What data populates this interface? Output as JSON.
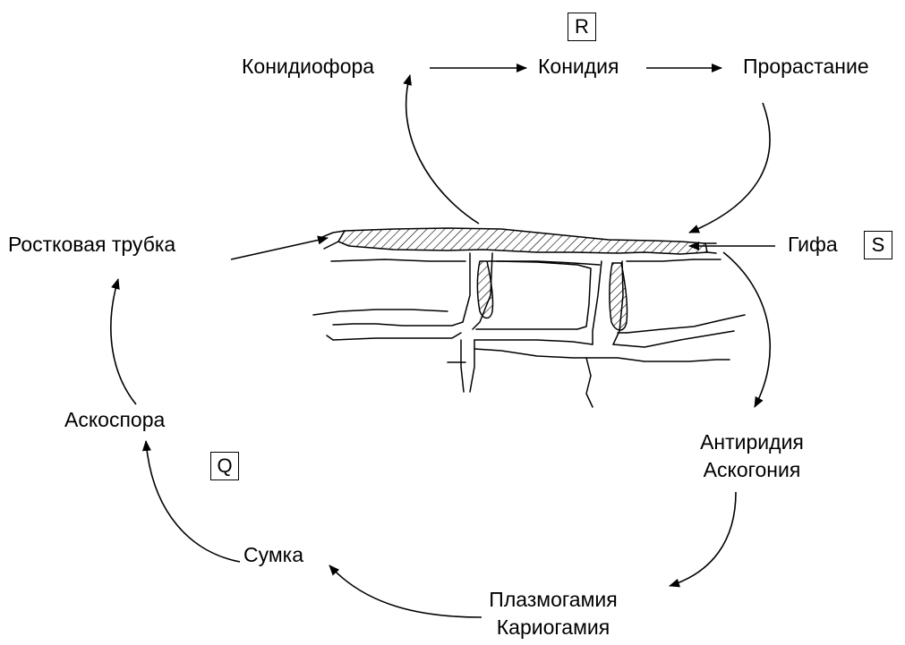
{
  "labels": {
    "conidiophore": "Конидиофора",
    "conidium": "Конидия",
    "germination": "Прорастание",
    "germ_tube": "Ростковая трубка",
    "hypha": "Гифа",
    "antheridium": "Антиридия",
    "ascogonium": "Аскогония",
    "plasmogamy": "Плазмогамия",
    "karyogamy": "Кариогамия",
    "ascus": "Сумка",
    "ascospore": "Аскоспора"
  },
  "markers": {
    "r": "R",
    "s": "S",
    "q": "Q"
  }
}
